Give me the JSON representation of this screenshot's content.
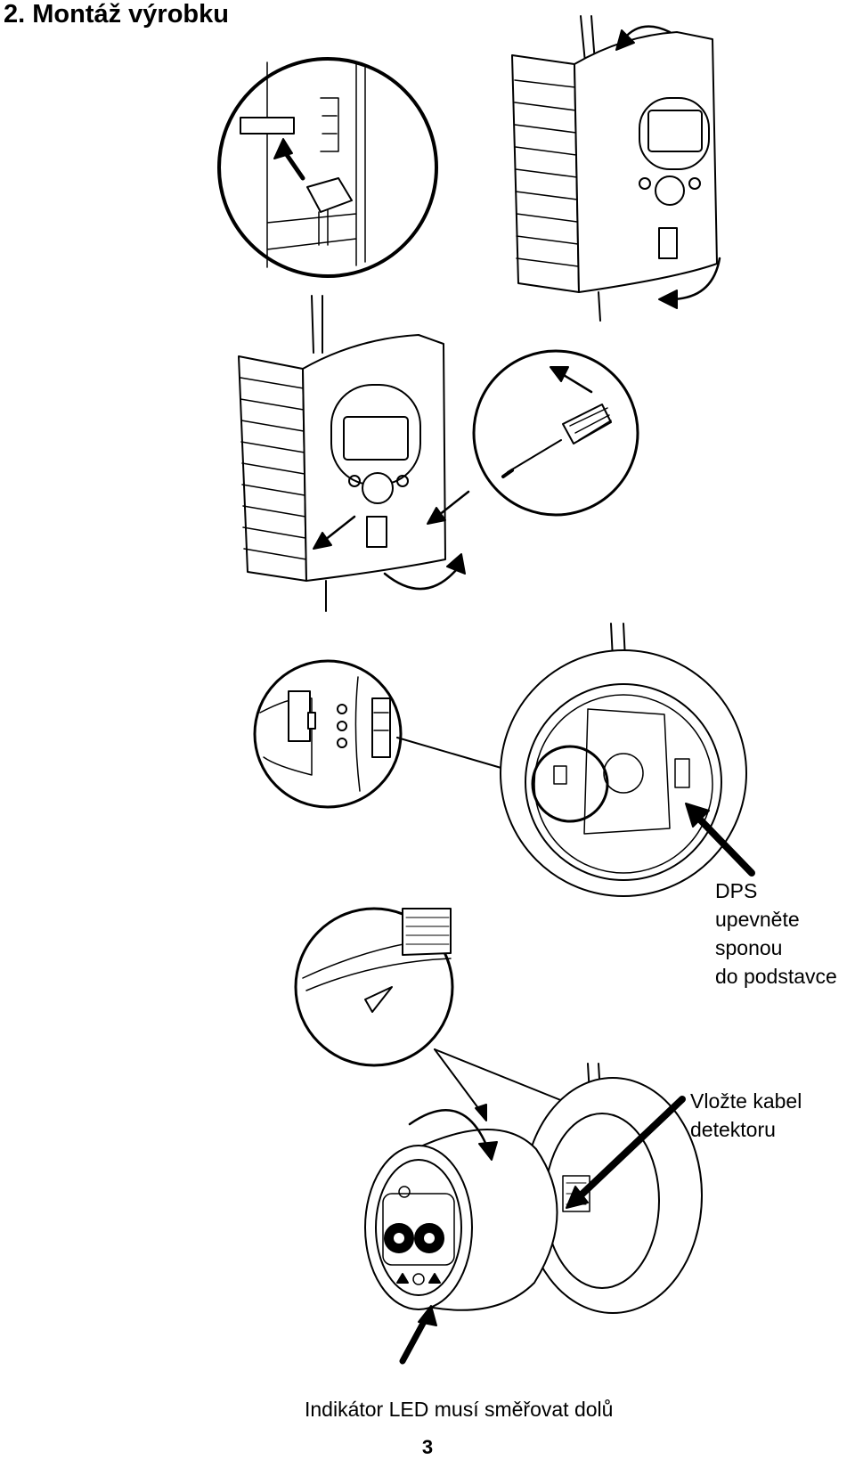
{
  "section": {
    "title": "2. Montáž výrobku"
  },
  "callouts": {
    "dps": "DPS\nupevněte\nsponou\ndo podstavce",
    "cable": "Vložte kabel\ndetektoru",
    "led": "Indikátor LED musí směřovat dolů"
  },
  "footer": {
    "page_number": "3"
  }
}
